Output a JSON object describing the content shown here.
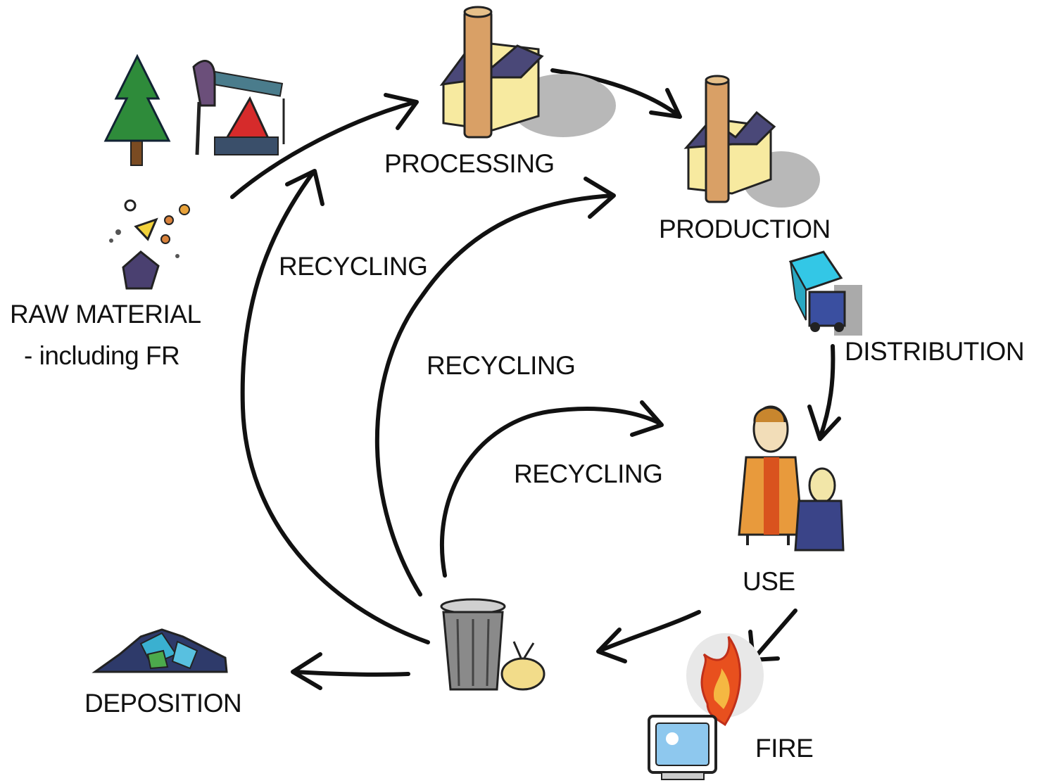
{
  "nodes": {
    "raw_material": {
      "label": "RAW MATERIAL",
      "sublabel": "- including FR",
      "icons": [
        "tree-icon",
        "oil-pump-icon",
        "ore-pile-icon"
      ]
    },
    "processing": {
      "label": "PROCESSING",
      "icon": "factory-icon"
    },
    "production": {
      "label": "PRODUCTION",
      "icon": "factory-icon"
    },
    "distribution": {
      "label": "DISTRIBUTION",
      "icon": "truck-icon"
    },
    "use": {
      "label": "USE",
      "icon": "people-icon"
    },
    "fire": {
      "label": "FIRE",
      "icon": "burning-tv-icon"
    },
    "disposal": {
      "icon": "trash-can-icon"
    },
    "deposition": {
      "label": "DEPOSITION",
      "icon": "landfill-icon"
    }
  },
  "recycling_labels": [
    "RECYCLING",
    "RECYCLING",
    "RECYCLING"
  ],
  "colors": {
    "arrow": "#111111",
    "label_text": "#111111",
    "factory_wall": "#f7eaa0",
    "chimney": "#d9a066",
    "truck": "#33c7e6",
    "flame": "#e8501e"
  }
}
